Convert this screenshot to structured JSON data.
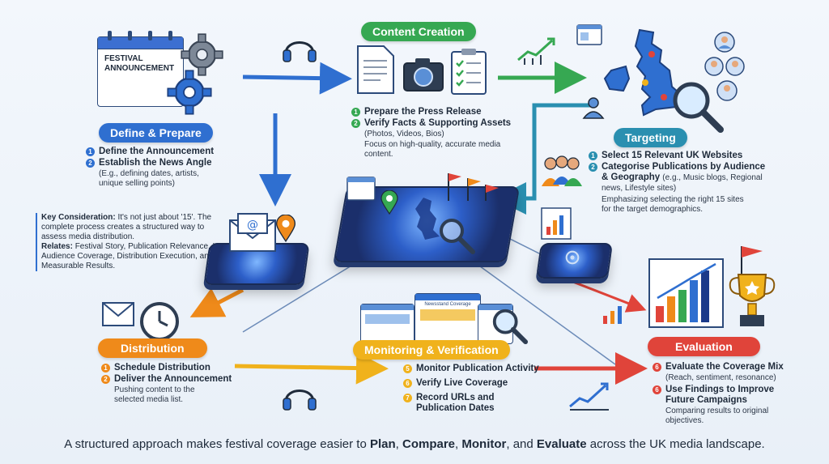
{
  "stages": {
    "define": {
      "title": "Define & Prepare",
      "card_label": "FESTIVAL ANNOUNCEMENT",
      "steps": [
        {
          "num": "1",
          "title": "Define the Announcement"
        },
        {
          "num": "2",
          "title": "Establish the News Angle",
          "detail": "(E.g., defining dates, artists, unique selling points)"
        }
      ]
    },
    "content": {
      "title": "Content Creation",
      "steps": [
        {
          "num": "1",
          "title": "Prepare the Press Release"
        },
        {
          "num": "2",
          "title": "Verify Facts & Supporting Assets",
          "detail": "(Photos, Videos, Bios)"
        }
      ],
      "note": "Focus on high-quality, accurate media content."
    },
    "targeting": {
      "title": "Targeting",
      "steps": [
        {
          "num": "1",
          "title": "Select 15 Relevant UK Websites"
        },
        {
          "num": "2",
          "title": "Categorise Publications by Audience & Geography",
          "detail": "(e.g., Music blogs, Regional news, Lifestyle sites)"
        }
      ],
      "note": "Emphasizing selecting the right 15 sites for the target demographics."
    },
    "distribution": {
      "title": "Distribution",
      "steps": [
        {
          "num": "1",
          "title": "Schedule Distribution"
        },
        {
          "num": "2",
          "title": "Deliver the Announcement"
        }
      ],
      "note": "Pushing content to the selected media list."
    },
    "monitoring": {
      "title": "Monitoring & Verification",
      "browser_label": "Newsstand Coverage",
      "steps": [
        {
          "num": "5",
          "title": "Monitor Publication Activity"
        },
        {
          "num": "6",
          "title": "Verify Live Coverage"
        },
        {
          "num": "7",
          "title": "Record URLs and Publication Dates"
        }
      ]
    },
    "evaluation": {
      "title": "Evaluation",
      "steps": [
        {
          "num": "6",
          "title": "Evaluate the Coverage Mix",
          "detail": "(Reach, sentiment, resonance)"
        },
        {
          "num": "6",
          "title": "Use Findings to Improve Future Campaigns"
        }
      ],
      "note": "Comparing results to original objectives."
    }
  },
  "key_consideration": {
    "label": "Key Consideration:",
    "text": "It's not just about '15'. The complete process creates a structured way to assess media distribution.",
    "relates_label": "Relates:",
    "relates_text": "Festival Story, Publication Relevance, UK Audience Coverage, Distribution Execution, and Measurable Results."
  },
  "footer": {
    "pre": "A structured approach makes festival coverage easier to ",
    "w1": "Plan",
    "s1": ", ",
    "w2": "Compare",
    "s2": ", ",
    "w3": "Monitor",
    "s3": ", and ",
    "w4": "Evaluate",
    "post": " across the UK media landscape."
  },
  "colors": {
    "define": "#2f6fd0",
    "content": "#36a852",
    "targeting": "#2a8fb0",
    "distribution": "#ef8a1a",
    "monitoring": "#f0b21c",
    "evaluation": "#e0443a"
  },
  "icons": [
    "calendar-icon",
    "gear-icon",
    "headphones-icon",
    "document-icon",
    "camera-icon",
    "checklist-icon",
    "growth-chart-icon",
    "uk-map-icon",
    "magnifier-icon",
    "user-group-icon",
    "email-icon",
    "location-pin-icon",
    "clock-icon",
    "browser-icon",
    "trophy-icon",
    "flag-icon",
    "bar-chart-icon"
  ]
}
